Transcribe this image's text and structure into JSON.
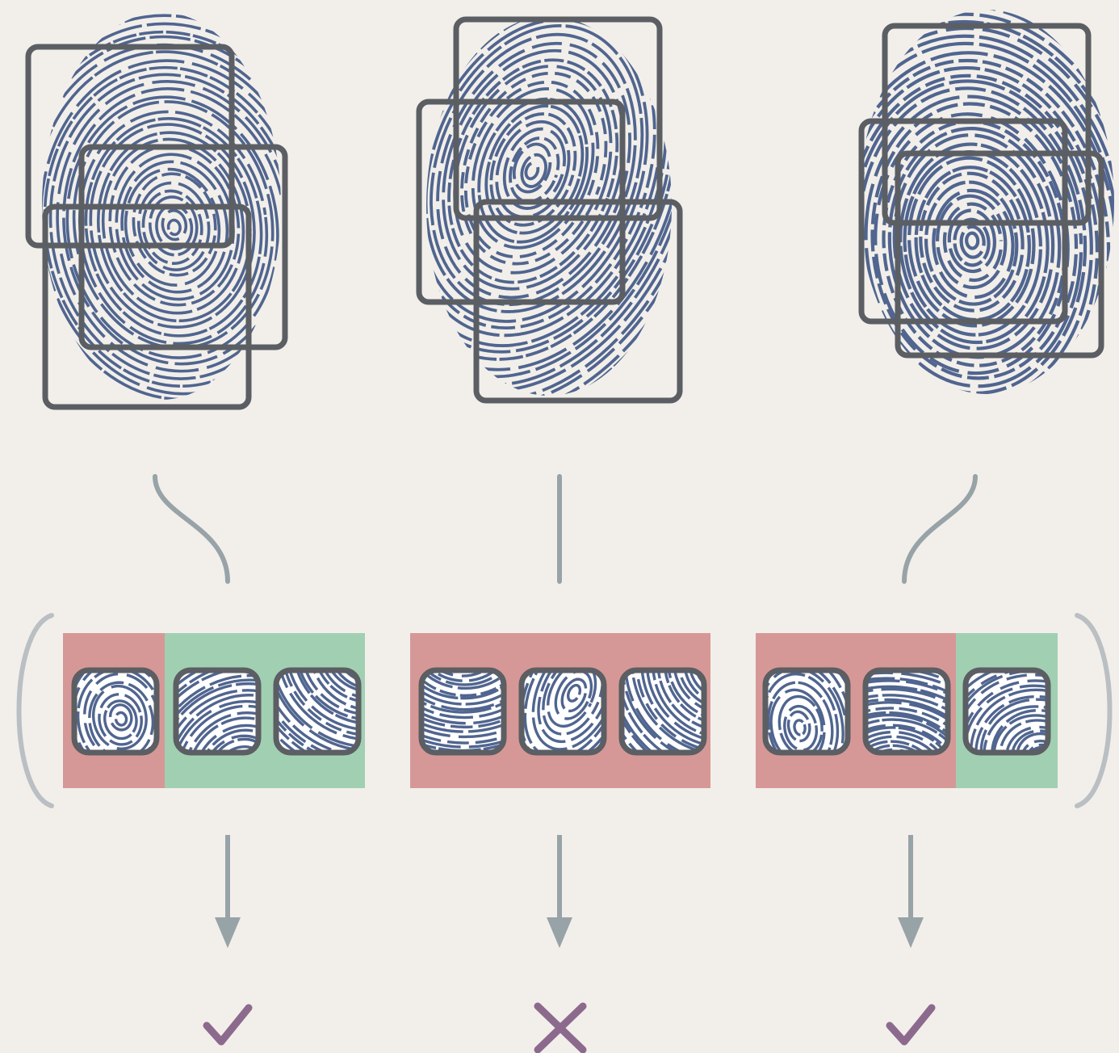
{
  "colors": {
    "background": "#f2efea",
    "print_ink": "#50658f",
    "box_stroke": "#5b5e63",
    "connector": "#98a3a8",
    "strip_fail": "#d69896",
    "strip_pass": "#a1cfb2",
    "result_mark": "#8c6a8d",
    "bracket": "#b9bfc3"
  },
  "columns": [
    {
      "id": "left",
      "print_pattern": "whorl",
      "patch_count": 3,
      "patch_results": [
        "fail",
        "pass",
        "pass"
      ],
      "result": "match",
      "result_icon": "check-icon"
    },
    {
      "id": "middle",
      "print_pattern": "loop",
      "patch_count": 3,
      "patch_results": [
        "fail",
        "fail",
        "fail"
      ],
      "result": "no-match",
      "result_icon": "cross-icon"
    },
    {
      "id": "right",
      "print_pattern": "whorl-noisy",
      "patch_count": 3,
      "patch_results": [
        "fail",
        "fail",
        "pass"
      ],
      "result": "match",
      "result_icon": "check-icon"
    }
  ]
}
